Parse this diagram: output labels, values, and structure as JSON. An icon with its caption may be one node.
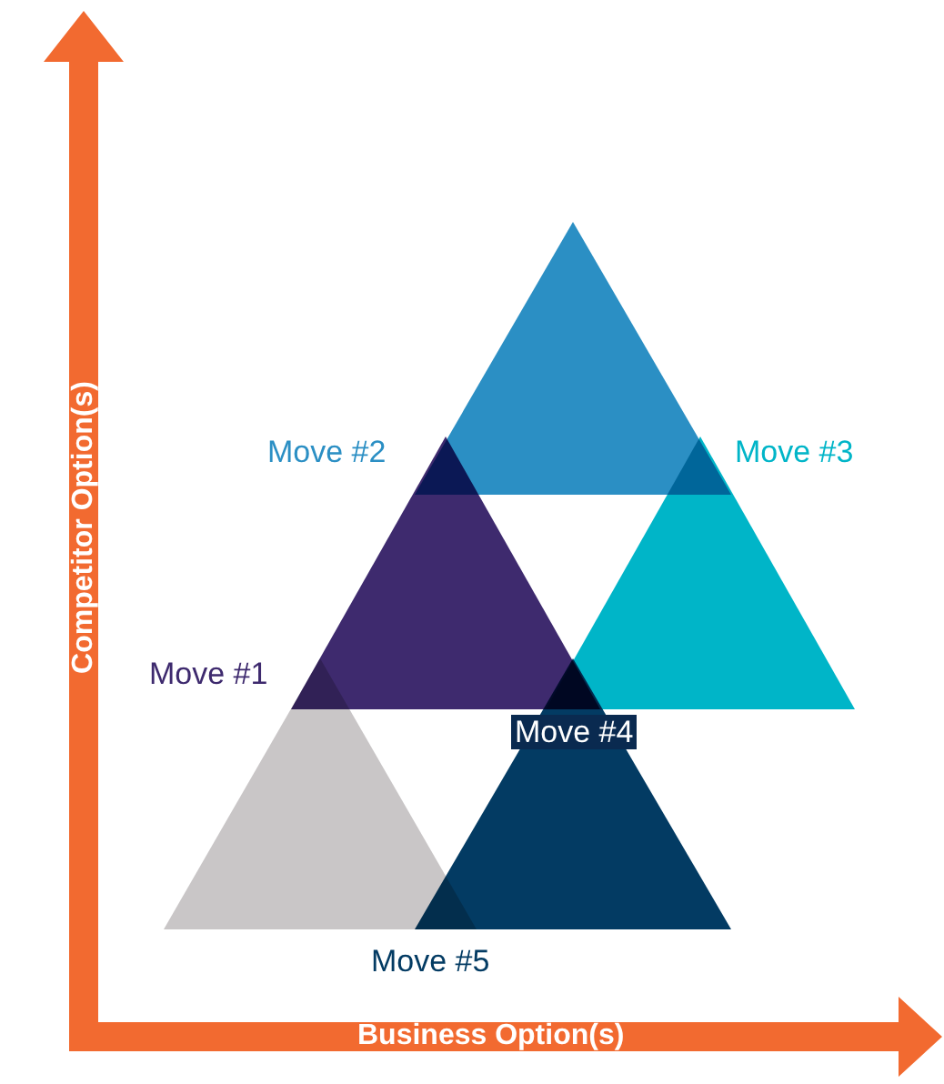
{
  "diagram": {
    "nodes": [
      {
        "text": [
          "Move #2"
        ]
      },
      {
        "text": [
          "Move #3"
        ]
      },
      {
        "text": [
          "Move #1"
        ]
      },
      {
        "text": [
          "Move #4"
        ]
      },
      {
        "text": [
          "Move #5"
        ]
      }
    ],
    "labels": [
      "Competitor Option(s)",
      "Business Option(s)"
    ]
  }
}
